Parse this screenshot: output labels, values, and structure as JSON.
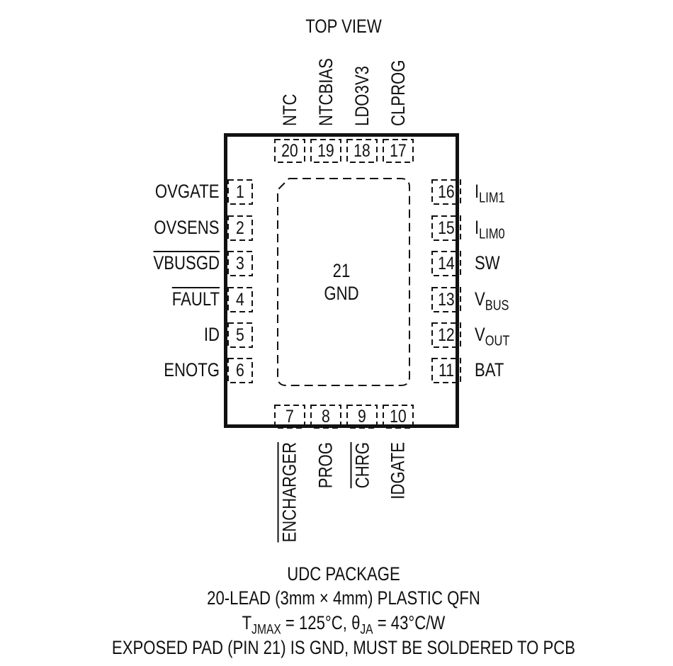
{
  "title": "TOP VIEW",
  "exposed_pad": {
    "number": "21",
    "name": "GND"
  },
  "pins_left": [
    {
      "num": "1",
      "label": "OVGATE",
      "overline": false
    },
    {
      "num": "2",
      "label": "OVSENS",
      "overline": false
    },
    {
      "num": "3",
      "label": "VBUSGD",
      "overline": true
    },
    {
      "num": "4",
      "label": "FAULT",
      "overline": true
    },
    {
      "num": "5",
      "label": "ID",
      "overline": false
    },
    {
      "num": "6",
      "label": "ENOTG",
      "overline": false
    }
  ],
  "pins_right": [
    {
      "num": "16",
      "label": "I",
      "sub": "LIM1"
    },
    {
      "num": "15",
      "label": "I",
      "sub": "LIM0"
    },
    {
      "num": "14",
      "label": "SW",
      "sub": ""
    },
    {
      "num": "13",
      "label": "V",
      "sub": "BUS"
    },
    {
      "num": "12",
      "label": "V",
      "sub": "OUT"
    },
    {
      "num": "11",
      "label": "BAT",
      "sub": ""
    }
  ],
  "pins_top": [
    {
      "num": "20",
      "label": "NTC"
    },
    {
      "num": "19",
      "label": "NTCBIAS"
    },
    {
      "num": "18",
      "label": "LDO3V3"
    },
    {
      "num": "17",
      "label": "CLPROG"
    }
  ],
  "pins_bottom": [
    {
      "num": "7",
      "label": "ENCHARGER",
      "overline": true
    },
    {
      "num": "8",
      "label": "PROG",
      "overline": false
    },
    {
      "num": "9",
      "label": "CHRG",
      "overline": true
    },
    {
      "num": "10",
      "label": "IDGATE",
      "overline": false
    }
  ],
  "package": {
    "line1": "UDC PACKAGE",
    "line2": "20-LEAD (3mm × 4mm) PLASTIC QFN",
    "line3_t": "T",
    "line3_tsub": "JMAX",
    "line3_mid": " = 125°C, θ",
    "line3_thetasub": "JA",
    "line3_end": " = 43°C/W",
    "line4": "EXPOSED PAD (PIN 21) IS GND, MUST BE SOLDERED TO PCB"
  }
}
